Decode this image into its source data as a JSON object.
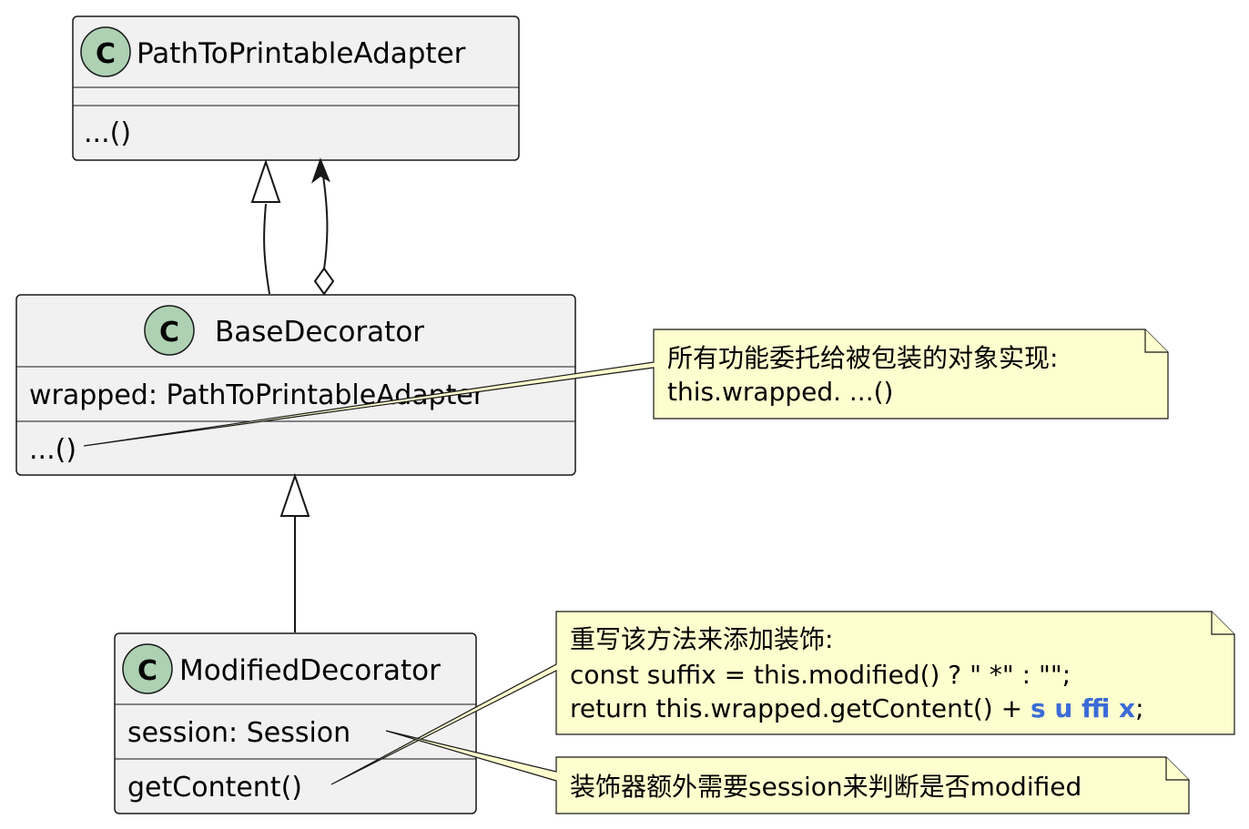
{
  "classes": {
    "adapter": {
      "stereotype": "C",
      "name": "PathToPrintableAdapter",
      "fields": [],
      "methods": [
        "...()"
      ]
    },
    "base": {
      "stereotype": "C",
      "name": "BaseDecorator",
      "fields": [
        "wrapped: PathToPrintableAdapter"
      ],
      "methods": [
        "...()"
      ]
    },
    "modified": {
      "stereotype": "C",
      "name": "ModifiedDecorator",
      "fields": [
        "session: Session"
      ],
      "methods": [
        "getContent()"
      ]
    }
  },
  "notes": {
    "base_note": {
      "lines": [
        "所有功能委托给被包装的对象实现:",
        "this.wrapped. ...()"
      ]
    },
    "modified_note": {
      "line1": "重写该方法来添加装饰:",
      "line2": "const suffix = this.modified() ? \" *\" : \"\";",
      "line3_prefix": "return this.wrapped.getContent() + ",
      "line3_highlight": "s u ffi x",
      "line3_suffix": ";"
    },
    "session_note": {
      "lines": [
        "装饰器额外需要session来判断是否modified"
      ]
    }
  },
  "relations": [
    {
      "from": "BaseDecorator",
      "to": "PathToPrintableAdapter",
      "type": "inheritance"
    },
    {
      "from": "BaseDecorator",
      "to": "PathToPrintableAdapter",
      "type": "aggregation"
    },
    {
      "from": "ModifiedDecorator",
      "to": "BaseDecorator",
      "type": "inheritance"
    }
  ],
  "colors": {
    "class_fill": "#f1f1f1",
    "class_border": "#181818",
    "circle_fill": "#add1b2",
    "note_fill": "#fefece",
    "note_border": "#181818",
    "highlight_text": "#3b6bd6"
  }
}
